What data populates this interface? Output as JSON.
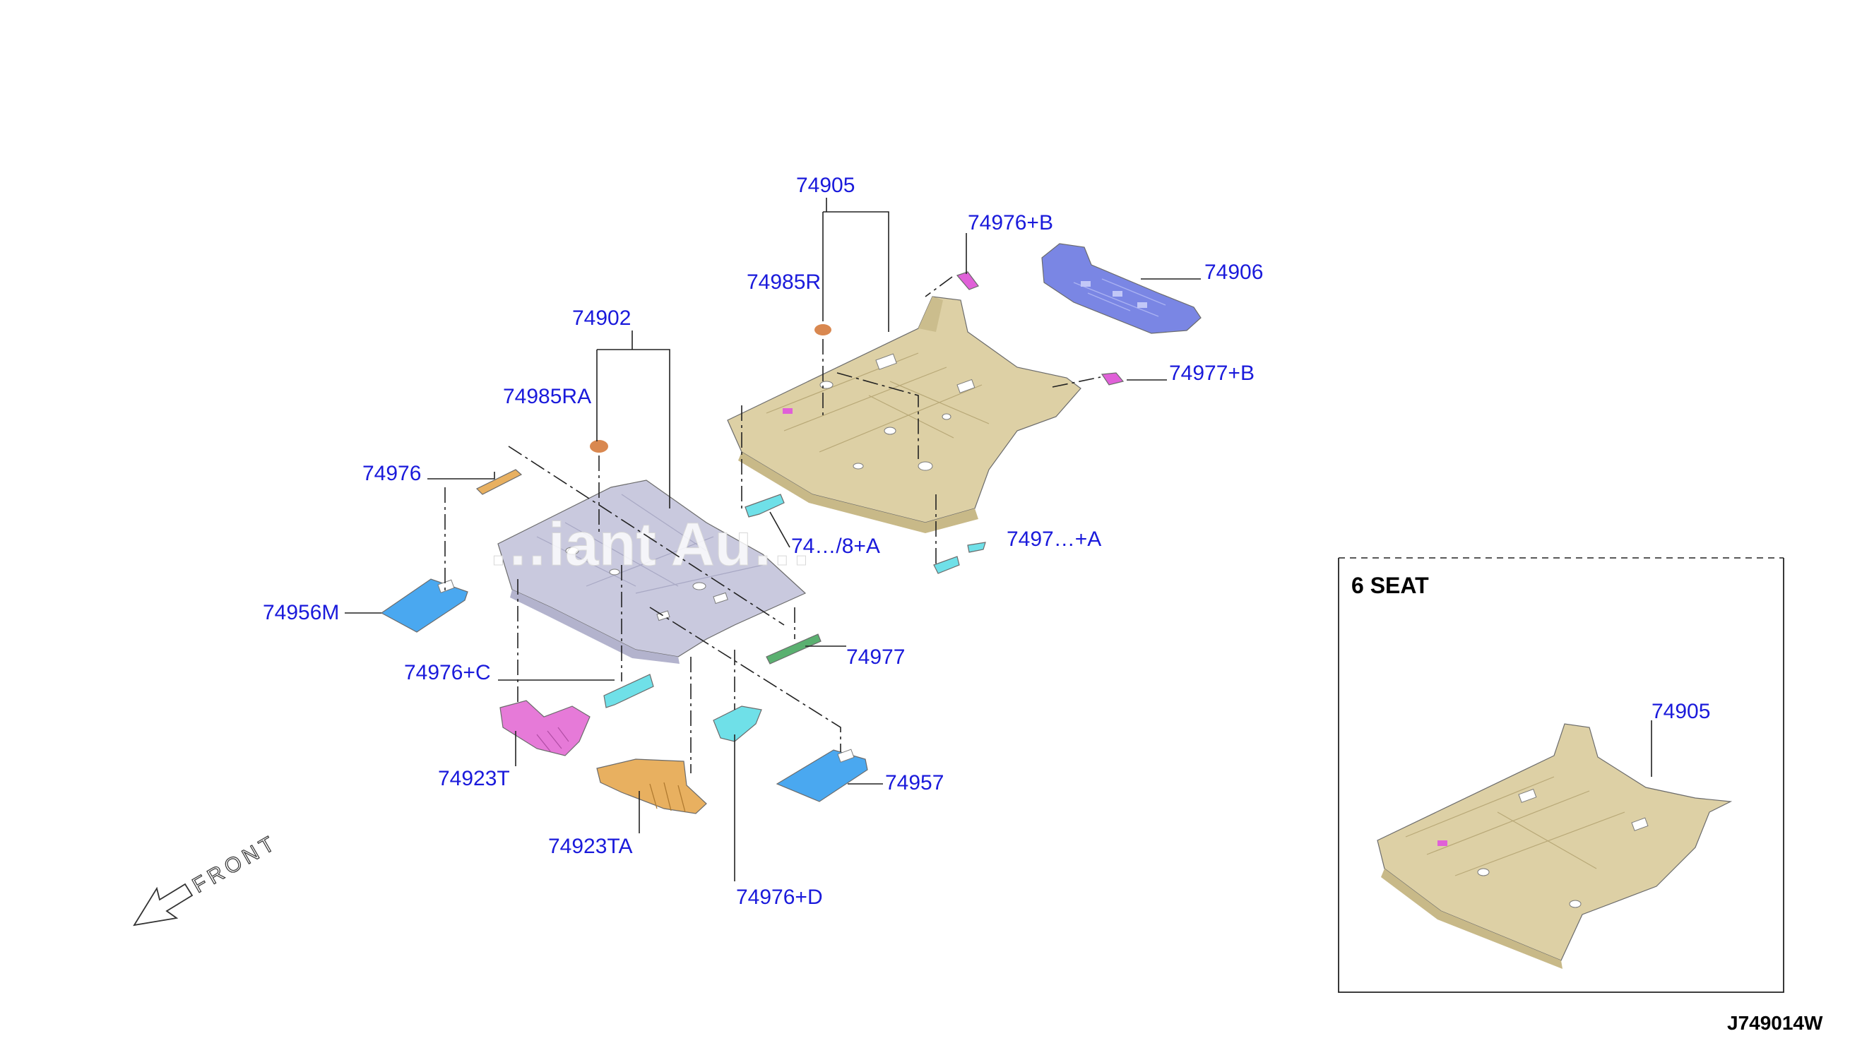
{
  "callouts": {
    "c74905": "74905",
    "c74976b": "74976+B",
    "c74906": "74906",
    "c74985r": "74985R",
    "c74977b": "74977+B",
    "c74902": "74902",
    "c74985ra": "74985RA",
    "c74976": "74976",
    "c74956m": "74956M",
    "c74976a_partial": "74…/8+A",
    "c74977a_partial": "7497…+A",
    "c74977": "74977",
    "c74976c": "74976+C",
    "c74923t": "74923T",
    "c74957": "74957",
    "c74923ta": "74923TA",
    "c74976d": "74976+D",
    "c74905_inset": "74905"
  },
  "inset": {
    "title": "6 SEAT"
  },
  "front_label": "FRONT",
  "diagram_id": "J749014W",
  "watermark": "…iant Au…",
  "colors": {
    "callout_text": "#1a1adb",
    "rear_floor": "#ddd0a5",
    "front_floor": "#c9c9de",
    "insulator_blue": "#7a86e4",
    "clip_magenta": "#e060d8",
    "cyan_parts": "#6fe0e8",
    "light_blue_mats": "#4aa8f0",
    "pink_duct": "#e67ad8",
    "orange_duct": "#e8b060",
    "orange_cap": "#d98850",
    "green_strip": "#5ab070"
  },
  "icons": [
    "front-arrow-icon"
  ]
}
